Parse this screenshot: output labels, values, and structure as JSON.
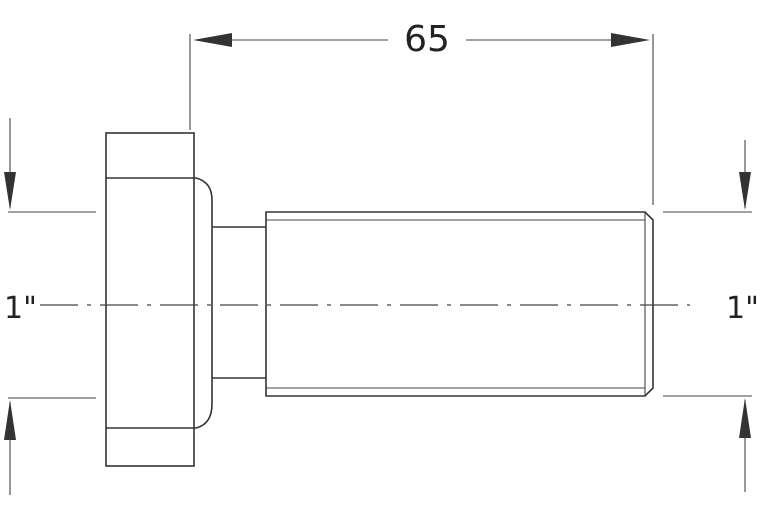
{
  "drawing": {
    "length_dimension": "65",
    "left_diameter_label": "1\"",
    "right_diameter_label": "1\""
  }
}
